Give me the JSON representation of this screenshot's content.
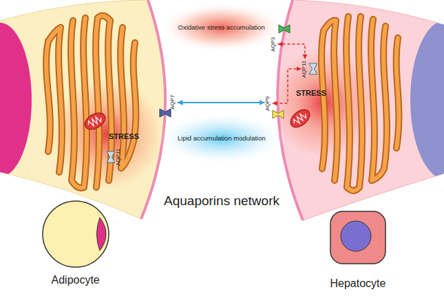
{
  "diagram": {
    "title": "Aquaporins network",
    "nodes": [
      {
        "text": [
          "AQP7"
        ]
      },
      {
        "text": [
          "AQP9"
        ]
      },
      {
        "text": [
          "AQP3"
        ]
      },
      {
        "text": [
          "AQP11"
        ]
      },
      {
        "text": [
          "AQP11"
        ]
      },
      {
        "text": [
          "Oxidative stress accumulation"
        ]
      },
      {
        "text": [
          "Lipid accumulation modulation"
        ]
      },
      {
        "text": [
          "Adipocyte"
        ]
      },
      {
        "text": [
          "Hepatocyte"
        ]
      }
    ],
    "edges": [
      {
        "from": 0,
        "to": 1,
        "arrow": "both"
      },
      {
        "from": 2,
        "to": 3,
        "arrow": "both"
      },
      {
        "from": 3,
        "to": 1,
        "arrow": "both"
      }
    ],
    "labels": [
      "STRESS",
      "STRESS"
    ]
  }
}
